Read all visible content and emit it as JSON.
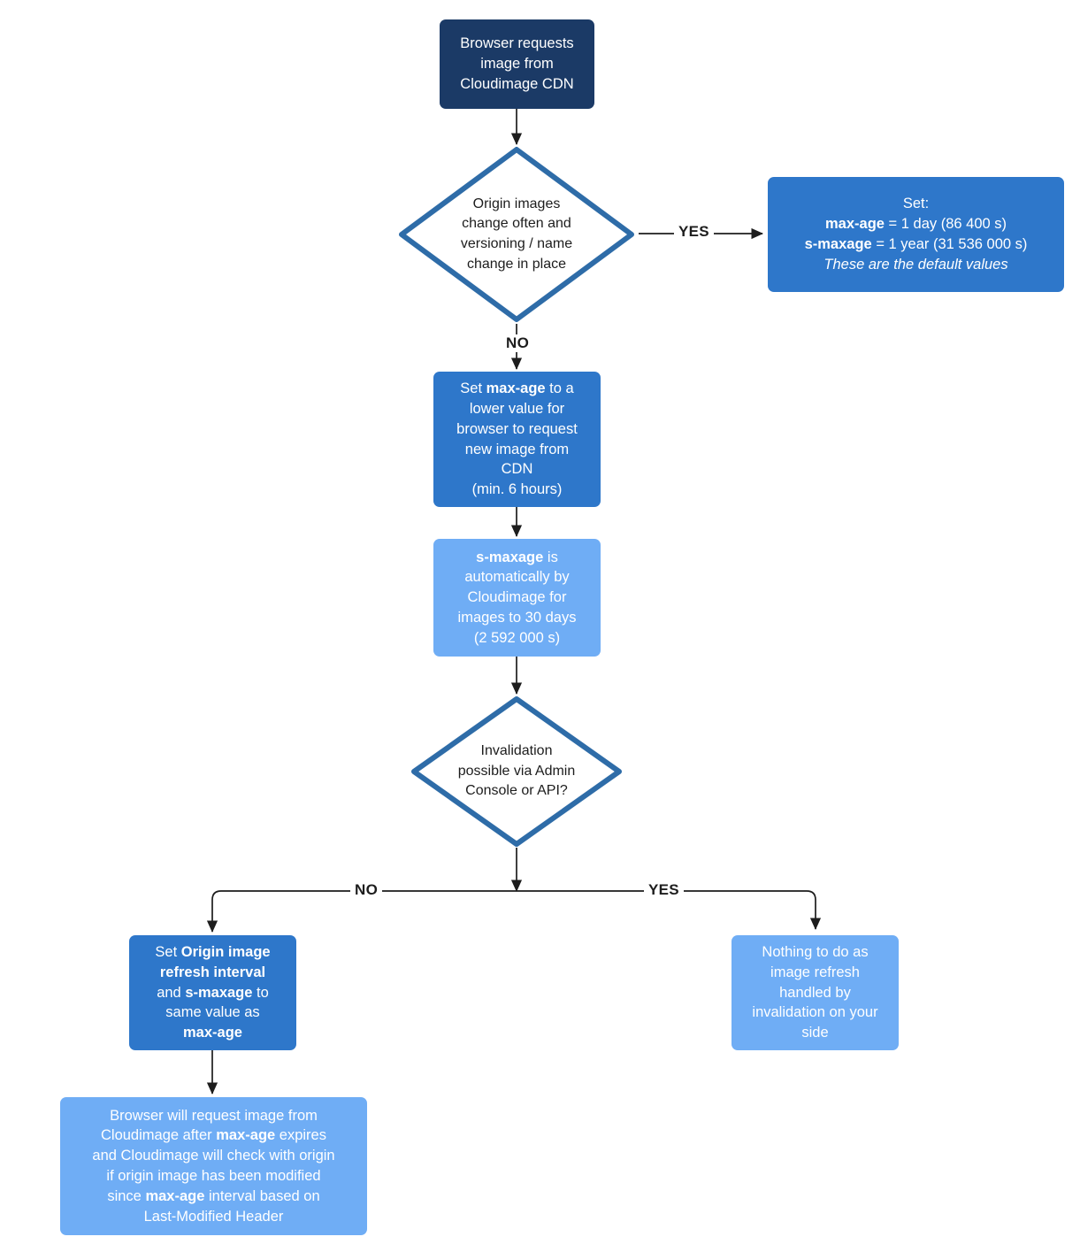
{
  "diagram": {
    "title": "Cloudimage cache control decision flowchart",
    "colors": {
      "navy": "#1b3a66",
      "mid_blue": "#2e77ca",
      "light_blue": "#6fadf5",
      "diamond_stroke": "#2e6ca8",
      "edge_stroke": "#1d1d1d",
      "background": "#ffffff"
    },
    "nodes": {
      "start": {
        "shape": "process",
        "style": "navy",
        "lines": [
          "Browser requests",
          "image from",
          "Cloudimage CDN"
        ],
        "text": "Browser requests image from Cloudimage CDN"
      },
      "decision_origin_changes": {
        "shape": "decision",
        "lines": [
          "Origin images",
          "change often and",
          "versioning / name",
          "change in place"
        ],
        "text": "Origin images change often and versioning / name change in place"
      },
      "defaults": {
        "shape": "process",
        "style": "mid_blue",
        "lines": [
          "Set:",
          "max-age = 1 day (86 400 s)",
          "s-maxage = 1 year (31 536 000 s)",
          "These are the default values"
        ],
        "text": "Set: max-age = 1 day (86 400 s) s-maxage = 1 year (31 536 000 s) These are the default values",
        "bold_terms": [
          "max-age",
          "s-maxage"
        ],
        "italic_lines": [
          "These are the default values"
        ]
      },
      "set_max_age_lower": {
        "shape": "process",
        "style": "mid_blue",
        "lines": [
          "Set max-age to a",
          "lower value for",
          "browser to request",
          "new image from",
          "CDN",
          "(min. 6 hours)"
        ],
        "text": "Set max-age to a lower value for browser to request new image from CDN (min. 6 hours)",
        "bold_terms": [
          "max-age"
        ]
      },
      "s_maxage_auto": {
        "shape": "process",
        "style": "light_blue",
        "lines": [
          "s-maxage is",
          "automatically by",
          "Cloudimage for",
          "images to 30 days",
          "(2 592 000 s)"
        ],
        "text": "s-maxage is automatically by Cloudimage for images to 30 days (2 592 000 s)",
        "bold_terms": [
          "s-maxage"
        ]
      },
      "decision_invalidation": {
        "shape": "decision",
        "lines": [
          "Invalidation",
          "possible via Admin",
          "Console or API?"
        ],
        "text": "Invalidation possible via Admin Console or API?"
      },
      "set_refresh_interval": {
        "shape": "process",
        "style": "mid_blue",
        "lines": [
          "Set Origin image",
          "refresh interval",
          "and s-maxage to",
          "same value as",
          "max-age"
        ],
        "text": "Set Origin image refresh interval and s-maxage to same value as max-age",
        "bold_terms": [
          "Origin image refresh interval",
          "s-maxage",
          "max-age"
        ]
      },
      "nothing_to_do": {
        "shape": "process",
        "style": "light_blue",
        "lines": [
          "Nothing to do as",
          "image refresh",
          "handled by",
          "invalidation on your",
          "side"
        ],
        "text": "Nothing to do as image refresh handled by invalidation on your side"
      },
      "browser_revalidate": {
        "shape": "process",
        "style": "light_blue",
        "lines": [
          "Browser will request image from",
          "Cloudimage after max-age expires",
          "and Cloudimage will check with origin",
          "if origin image has been modified",
          "since max-age interval based on",
          "Last-Modified Header"
        ],
        "text": "Browser will request image from Cloudimage after max-age expires and Cloudimage will check with origin if origin image has been modified since max-age interval based on Last-Modified Header",
        "bold_terms": [
          "max-age"
        ]
      }
    },
    "edge_labels": {
      "origin_yes": "YES",
      "origin_no": "NO",
      "invalidation_no": "NO",
      "invalidation_yes": "YES"
    }
  }
}
